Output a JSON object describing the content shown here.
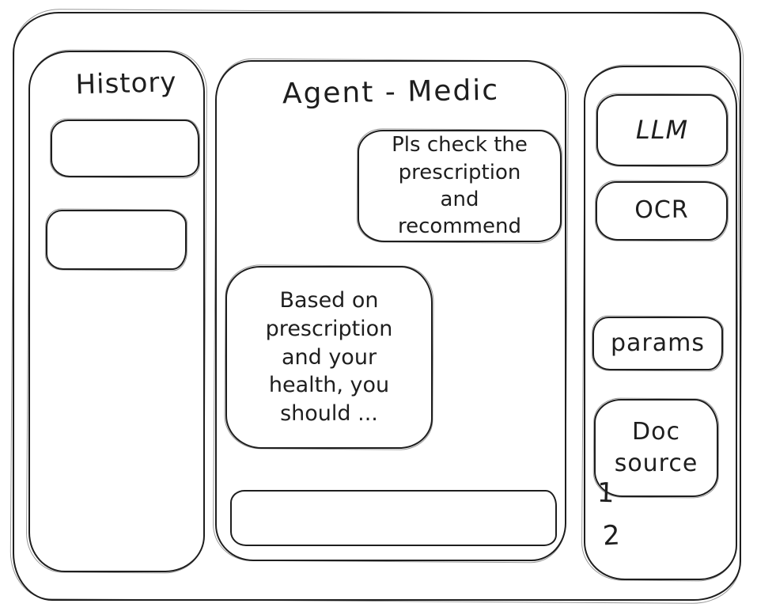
{
  "colors": {
    "ink": "#1e1e1e",
    "background": "#ffffff"
  },
  "history_panel": {
    "title": "History",
    "items": [
      {
        "label": ""
      },
      {
        "label": ""
      }
    ]
  },
  "chat_panel": {
    "title": "Agent - Medic",
    "messages": [
      {
        "role": "user",
        "text": "Pls check the prescription and recommend"
      },
      {
        "role": "assistant",
        "text": "Based on prescription and your health, you should ..."
      }
    ],
    "input": {
      "value": "",
      "placeholder": ""
    }
  },
  "tools_panel": {
    "buttons": [
      {
        "id": "llm",
        "label": "LLM"
      },
      {
        "id": "ocr",
        "label": "OCR"
      },
      {
        "id": "params",
        "label": "params"
      },
      {
        "id": "doc_source",
        "label": "Doc source"
      }
    ],
    "doc_source_items": [
      "1",
      "2"
    ]
  }
}
